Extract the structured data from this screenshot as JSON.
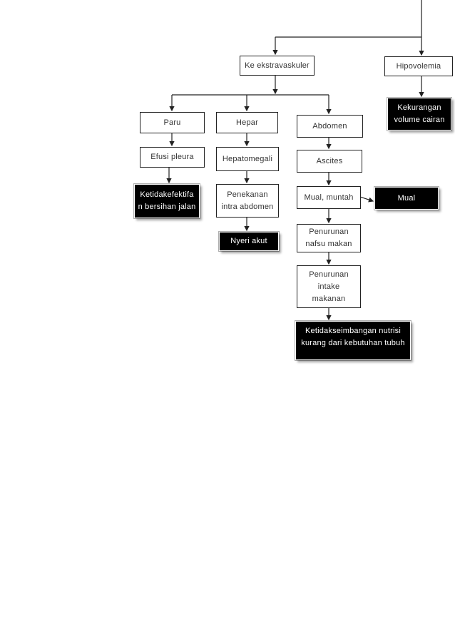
{
  "nodes": {
    "ekstravaskuler": "Ke ekstravaskuler",
    "hipovolemia": "Hipovolemia",
    "kekurangan_volume_cairan": "Kekurangan volume cairan",
    "paru": "Paru",
    "hepar": "Hepar",
    "abdomen": "Abdomen",
    "efusi_pleura": "Efusi pleura",
    "hepatomegali": "Hepatomegali",
    "ascites": "Ascites",
    "ketidakefektifan_bersihan_jalan": "Ketidakefektifa n bersihan jalan",
    "penekanan_intra_abdomen": "Penekanan intra abdomen",
    "mual_muntah": "Mual, muntah",
    "mual": "Mual",
    "nyeri_akut": "Nyeri akut",
    "penurunan_nafsu_makan": "Penurunan nafsu makan",
    "penurunan_intake_makanan": "Penurunan intake makanan",
    "ketidakseimbangan_nutrisi": "Ketidakseimbangan nutrisi kurang dari kebutuhan tubuh"
  },
  "colors": {
    "line": "#222222",
    "dark_node_fill": "#000000",
    "dark_node_text": "#ffffff",
    "light_node_text": "#333333"
  }
}
